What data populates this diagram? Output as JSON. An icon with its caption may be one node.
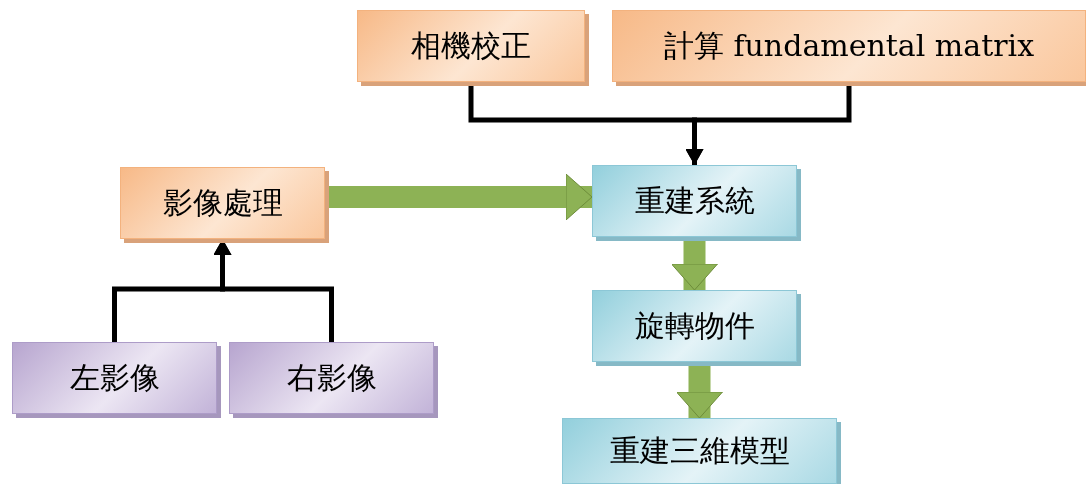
{
  "diagram": {
    "nodes": [
      {
        "text": [
          "相機校正"
        ]
      },
      {
        "text": [
          "計算 fundamental matrix"
        ]
      },
      {
        "text": [
          "影像處理"
        ]
      },
      {
        "text": [
          "左影像"
        ]
      },
      {
        "text": [
          "右影像"
        ]
      },
      {
        "text": [
          "重建系統"
        ]
      },
      {
        "text": [
          "旋轉物件"
        ]
      },
      {
        "text": [
          "重建三維模型"
        ]
      }
    ],
    "edges": [
      {
        "from": 0,
        "to": 5,
        "arrow": "to"
      },
      {
        "from": 1,
        "to": 5,
        "arrow": "to"
      },
      {
        "from": 3,
        "to": 2,
        "arrow": "to"
      },
      {
        "from": 4,
        "to": 2,
        "arrow": "to"
      },
      {
        "from": 2,
        "to": 5,
        "arrow": "to",
        "style": "thick",
        "color": "#8db255"
      },
      {
        "from": 5,
        "to": 6,
        "arrow": "to",
        "style": "thick",
        "color": "#8db255"
      },
      {
        "from": 6,
        "to": 7,
        "arrow": "to",
        "style": "thick",
        "color": "#8db255"
      }
    ]
  }
}
